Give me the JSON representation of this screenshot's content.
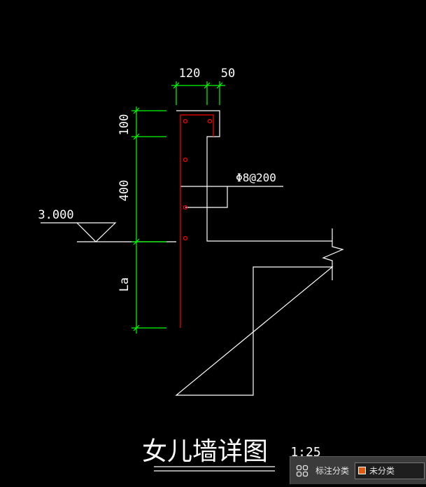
{
  "drawing": {
    "dimensions": {
      "top_left": "120",
      "top_right": "50",
      "side_top": "100",
      "side_middle": "400",
      "side_bottom": "La"
    },
    "elevation_label": "3.000",
    "rebar_label": "Φ8@200",
    "title": "女儿墙详图",
    "scale": "1:25"
  },
  "status_bar": {
    "icon": "grid-icon",
    "label": "标注分类",
    "category_value": "未分类"
  },
  "colors": {
    "background": "#000000",
    "lines": "#ffffff",
    "dimension": "#00ff00",
    "rebar": "#ff0000",
    "category_swatch": "#e05a10"
  }
}
